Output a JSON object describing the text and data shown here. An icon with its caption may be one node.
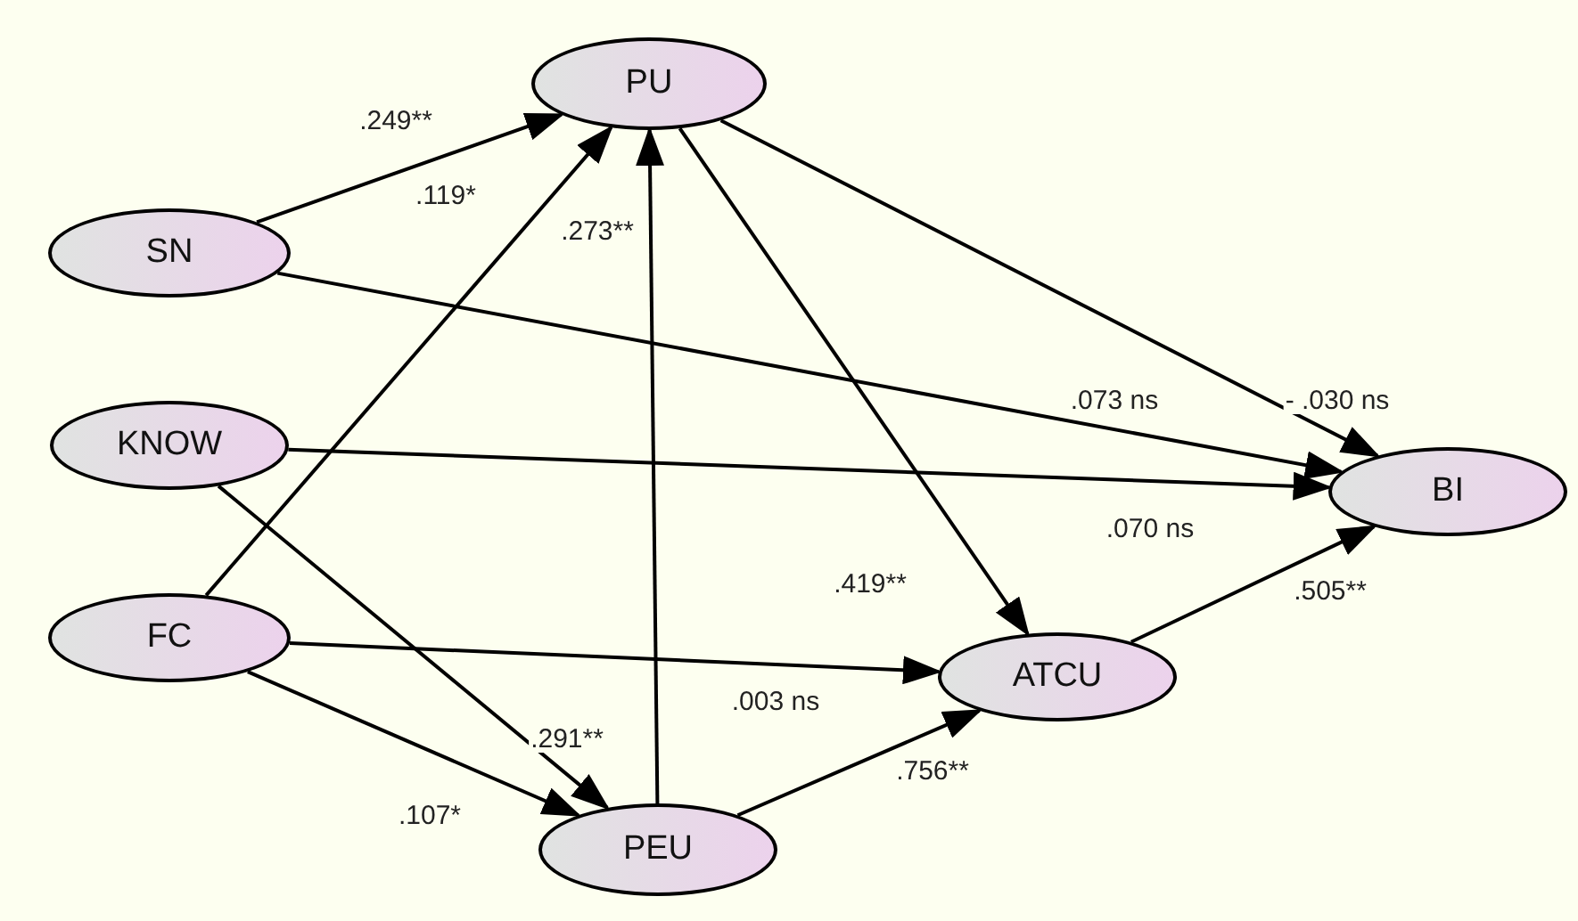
{
  "diagram": {
    "nodes": [
      {
        "text": [
          "PU"
        ]
      },
      {
        "text": [
          "SN"
        ]
      },
      {
        "text": [
          "KNOW"
        ]
      },
      {
        "text": [
          "FC"
        ]
      },
      {
        "text": [
          "ATCU"
        ]
      },
      {
        "text": [
          "BI"
        ]
      },
      {
        "text": [
          "PEU"
        ]
      }
    ],
    "edges": [
      {
        "from": 1,
        "to": 0,
        "arrow": "to",
        "label": ".249**"
      },
      {
        "from": 3,
        "to": 0,
        "arrow": "to",
        "label": ".119*"
      },
      {
        "from": 6,
        "to": 0,
        "arrow": "to",
        "label": ".273**"
      },
      {
        "from": 1,
        "to": 5,
        "arrow": "to",
        "label": ".073 ns"
      },
      {
        "from": 0,
        "to": 5,
        "arrow": "to",
        "label": "- .030 ns"
      },
      {
        "from": 2,
        "to": 5,
        "arrow": "to",
        "label": ".070 ns"
      },
      {
        "from": 0,
        "to": 4,
        "arrow": "to",
        "label": ".419**"
      },
      {
        "from": 2,
        "to": 6,
        "arrow": "to",
        "label": ".291**"
      },
      {
        "from": 3,
        "to": 6,
        "arrow": "to",
        "label": ".107*"
      },
      {
        "from": 3,
        "to": 4,
        "arrow": "to",
        "label": ".003 ns"
      },
      {
        "from": 6,
        "to": 4,
        "arrow": "to",
        "label": ".756**"
      },
      {
        "from": 4,
        "to": 5,
        "arrow": "to",
        "label": ".505**"
      }
    ]
  }
}
